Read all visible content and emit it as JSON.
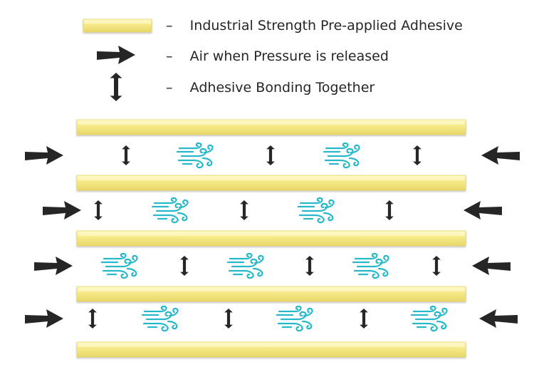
{
  "legend": {
    "items": [
      {
        "symbol": "adhesive-strip",
        "dash": "–",
        "label": "Industrial Strength Pre-applied Adhesive"
      },
      {
        "symbol": "air-arrow",
        "dash": "–",
        "label": "Air when Pressure is released"
      },
      {
        "symbol": "bond-arrow",
        "dash": "–",
        "label": "Adhesive Bonding Together"
      }
    ]
  },
  "colors": {
    "adhesive_fill": "#f7ec8c",
    "adhesive_highlight": "#fdf7c4",
    "adhesive_shade": "#e7d668",
    "air_arrow": "#262626",
    "bond_arrow": "#262626",
    "air_icon": "#27b8c9",
    "text": "#262626"
  },
  "icons": [
    "adhesive-strip",
    "air-arrow-right-icon",
    "air-arrow-left-icon",
    "double-vertical-arrow-icon",
    "wind-icon"
  ],
  "diagram": {
    "adhesive_layers": 5,
    "gaps": [
      {
        "sequence": [
          "bond",
          "wind",
          "bond",
          "wind",
          "bond"
        ]
      },
      {
        "sequence": [
          "bond",
          "wind",
          "bond",
          "wind",
          "bond"
        ]
      },
      {
        "sequence": [
          "wind",
          "bond",
          "wind",
          "bond",
          "wind",
          "bond"
        ]
      },
      {
        "sequence": [
          "bond",
          "wind",
          "bond",
          "wind",
          "bond",
          "wind"
        ]
      }
    ]
  }
}
